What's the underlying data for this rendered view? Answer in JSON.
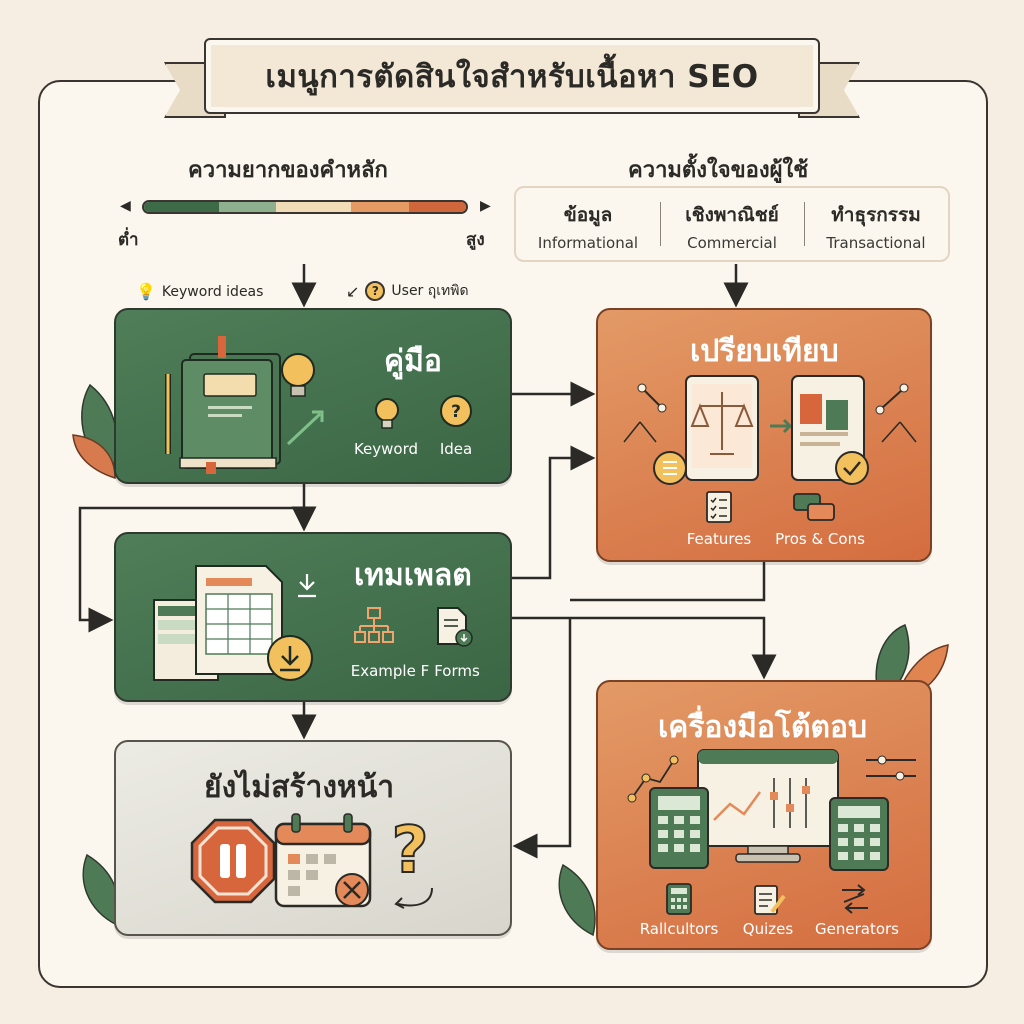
{
  "title": "เมนูการตัดสินใจสำหรับเนื้อหา SEO",
  "difficulty": {
    "label": "ความยากของคำหลัก",
    "low": "ต่ำ",
    "high": "สูง",
    "colors": [
      "#3e6b47",
      "#8fb08e",
      "#f1dcb8",
      "#e69a63",
      "#d0663c"
    ]
  },
  "intent": {
    "label": "ความตั้งใจของผู้ใช้",
    "columns": [
      {
        "th": "ข้อมูล",
        "en": "Informational"
      },
      {
        "th": "เชิงพาณิชย์",
        "en": "Commercial"
      },
      {
        "th": "ทำธุรกรรม",
        "en": "Transactional"
      }
    ]
  },
  "hints": {
    "keyword_ideas": "Keyword ideas",
    "user_intent": "User ฤุเทพิด"
  },
  "guide": {
    "title": "คู่มือ",
    "items": [
      {
        "label": "Keyword",
        "icon": "lightbulb-icon"
      },
      {
        "label": "Idea",
        "icon": "question-bubble-icon"
      }
    ]
  },
  "template": {
    "title": "เทมเพลต",
    "items": [
      {
        "label": "Example F",
        "icon": "org-chart-icon"
      },
      {
        "label": "Forms",
        "icon": "document-download-icon"
      }
    ]
  },
  "no_page": {
    "title": "ยังไม่สร้างหน้า",
    "icons": [
      "pause-octagon-icon",
      "calendar-cancel-icon",
      "question-mark-icon"
    ]
  },
  "compare": {
    "title": "เปรียบเทียบ",
    "items": [
      {
        "label": "Features",
        "icon": "checklist-icon"
      },
      {
        "label": "Pros & Cons",
        "icon": "chat-bubbles-icon"
      }
    ]
  },
  "interactive": {
    "title": "เครื่องมือโต้ตอบ",
    "items": [
      {
        "label": "Rallcultors",
        "icon": "calculator-icon"
      },
      {
        "label": "Quizes",
        "icon": "quiz-pencil-icon"
      },
      {
        "label": "Generators",
        "icon": "shuffle-arrows-icon"
      }
    ]
  },
  "colors": {
    "green": "#3e6b47",
    "orange": "#d97045",
    "grey": "#e3e1d9",
    "cream": "#f6eee2",
    "ink": "#2b2a26"
  }
}
